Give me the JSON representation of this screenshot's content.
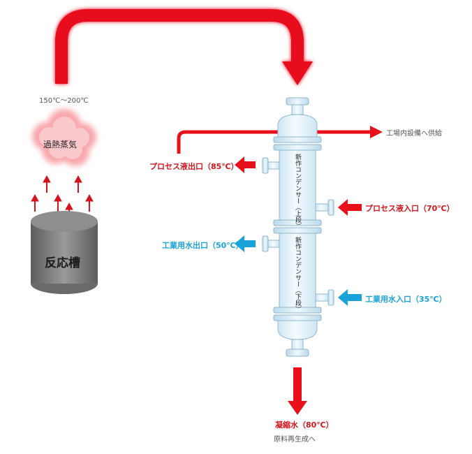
{
  "labels": {
    "steam_temp": "150℃～200℃",
    "steam": "過熱蒸気",
    "reactor": "反応槽",
    "factory_supply": "工場内設備へ供給",
    "process_out": "プロセス液出口（85℃）",
    "process_in": "プロセス液入口（70℃）",
    "water_out": "工業用水出口（50℃）",
    "water_in": "工業用水入口（35℃）",
    "condenser_upper": "新作コンデンサー（上段）",
    "condenser_lower": "新作コンデンサー（下段）",
    "condensate": "凝縮水（80℃）",
    "recycle": "原料再生成へ"
  },
  "colors": {
    "hot": "#e8101a",
    "cold": "#1aa3d8",
    "glass": "#e6f3fa",
    "reactor": "#7d7d7d"
  }
}
